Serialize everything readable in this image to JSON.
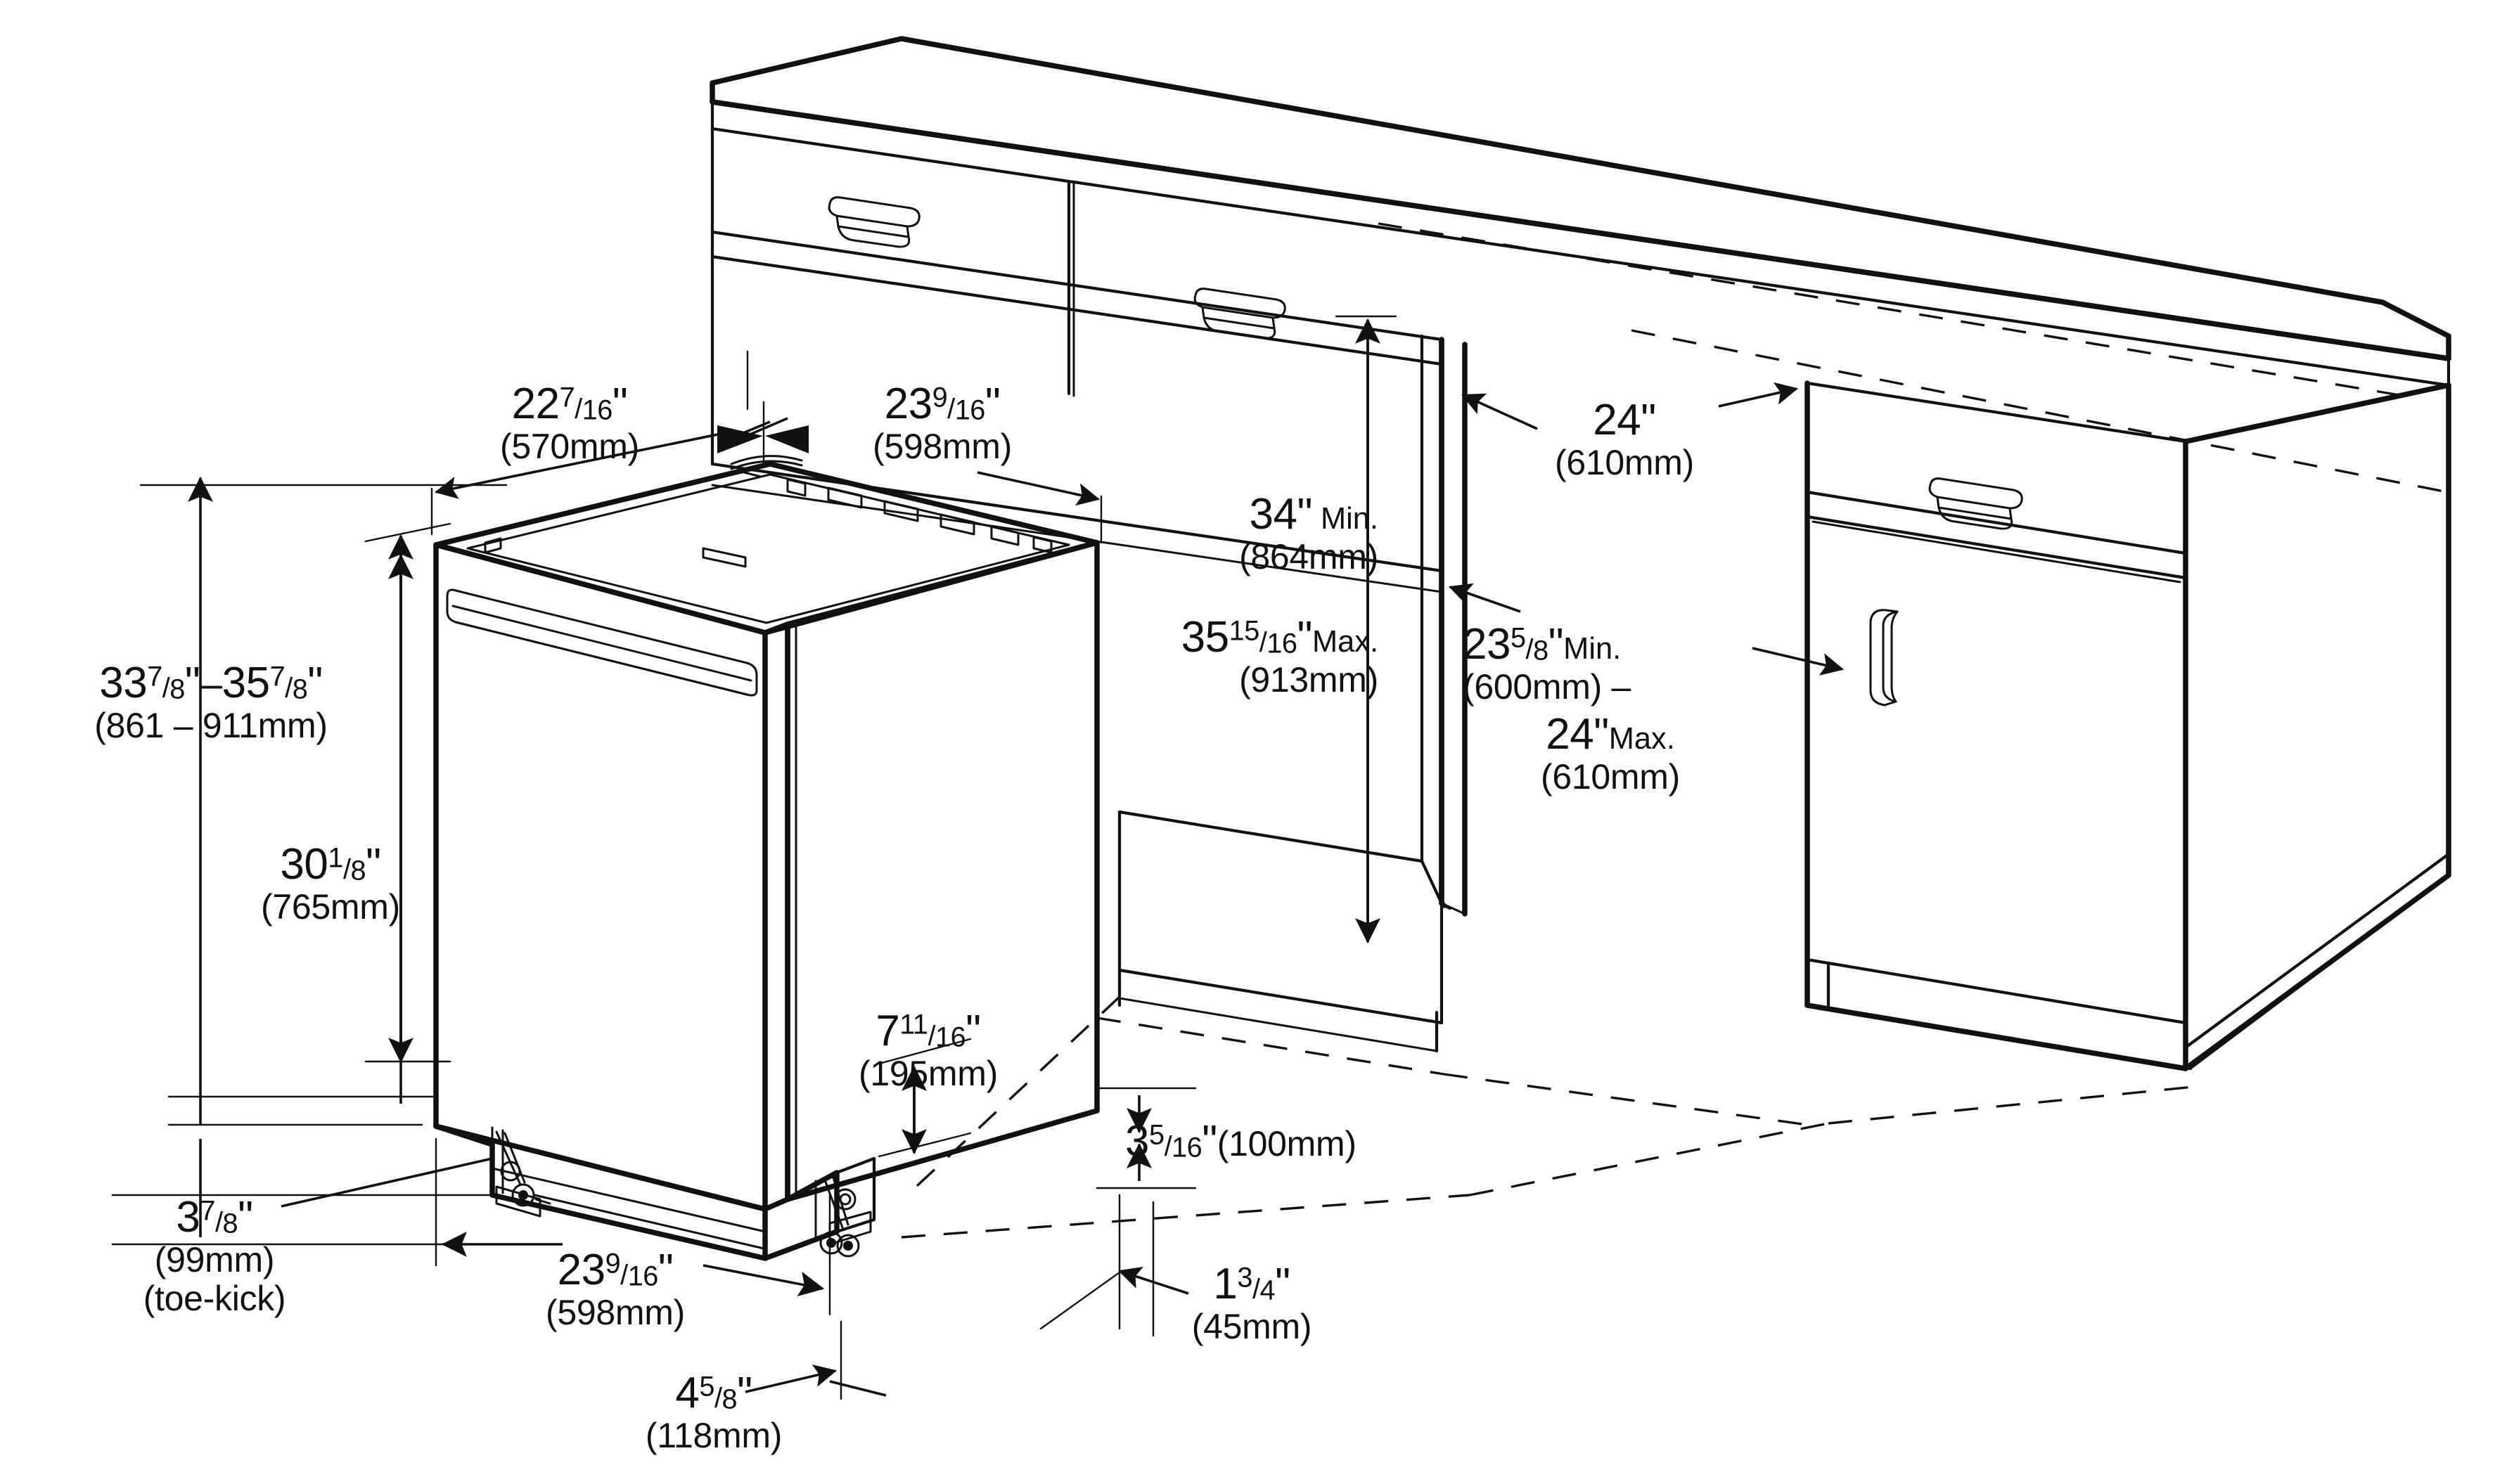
{
  "drawing": {
    "title": "Built-in dishwasher installation cutout dimensions",
    "type": "technical-line-drawing",
    "view": "isometric",
    "line_color": "#111111",
    "background_color": "#ffffff"
  },
  "dimensions": {
    "depth_door": {
      "name": "dishwasher-body-depth",
      "inch_whole": "22",
      "inch_num": "7",
      "inch_den": "16",
      "inch_mark": "\"",
      "metric": "(570mm)"
    },
    "width_top": {
      "name": "dishwasher-top-width",
      "inch_whole": "23",
      "inch_num": "9",
      "inch_den": "16",
      "inch_mark": "\"",
      "metric": "(598mm)"
    },
    "height_range": {
      "name": "overall-adjustable-height",
      "inch_whole_a": "33",
      "inch_num_a": "7",
      "inch_den_a": "8",
      "inch_whole_b": "35",
      "inch_num_b": "7",
      "inch_den_b": "8",
      "inch_mark": "\"",
      "separator": "–",
      "metric": "(861 – 911mm)"
    },
    "door_height": {
      "name": "door-panel-height",
      "inch_whole": "30",
      "inch_num": "1",
      "inch_den": "8",
      "inch_mark": "\"",
      "metric": "(765mm)"
    },
    "opening_height": {
      "name": "cabinet-opening-height",
      "min_whole": "34",
      "min_mark": "\"",
      "min_qualifier": "Min.",
      "min_metric": "(864mm)",
      "max_whole": "35",
      "max_num": "15",
      "max_den": "16",
      "max_mark": "\"",
      "max_qualifier": "Max.",
      "max_metric": "(913mm)"
    },
    "counter_depth": {
      "name": "countertop-depth",
      "inch_whole": "24",
      "inch_mark": "\"",
      "metric": "(610mm)"
    },
    "opening_width": {
      "name": "cabinet-opening-width",
      "min_whole": "23",
      "min_num": "5",
      "min_den": "8",
      "min_mark": "\"",
      "min_qualifier": "Min.",
      "min_metric": "(600mm) –",
      "max_whole": "24",
      "max_mark": "\"",
      "max_qualifier": "Max.",
      "max_metric": "(610mm)"
    },
    "toe_kick_height": {
      "name": "toe-kick-height",
      "inch_whole": "3",
      "inch_num": "7",
      "inch_den": "8",
      "inch_mark": "\"",
      "metric": "(99mm)",
      "note": "(toe-kick)"
    },
    "base_gap": {
      "name": "dishwasher-base-clearance",
      "inch_whole": "7",
      "inch_num": "11",
      "inch_den": "16",
      "inch_mark": "\"",
      "metric": "(195mm)"
    },
    "toe_recess_depth": {
      "name": "toe-kick-recess-height",
      "inch_whole": "3",
      "inch_num": "5",
      "inch_den": "16",
      "inch_mark": "\"",
      "metric": "(100mm)"
    },
    "bottom_width": {
      "name": "dishwasher-base-width",
      "inch_whole": "23",
      "inch_num": "9",
      "inch_den": "16",
      "inch_mark": "\"",
      "metric": "(598mm)"
    },
    "leg_inset": {
      "name": "leveling-leg-inset",
      "inch_whole": "4",
      "inch_num": "5",
      "inch_den": "8",
      "inch_mark": "\"",
      "metric": "(118mm)"
    },
    "toe_setback": {
      "name": "toe-kick-setback",
      "inch_whole": "1",
      "inch_num": "3",
      "inch_den": "4",
      "inch_mark": "\"",
      "metric": "(45mm)"
    }
  }
}
